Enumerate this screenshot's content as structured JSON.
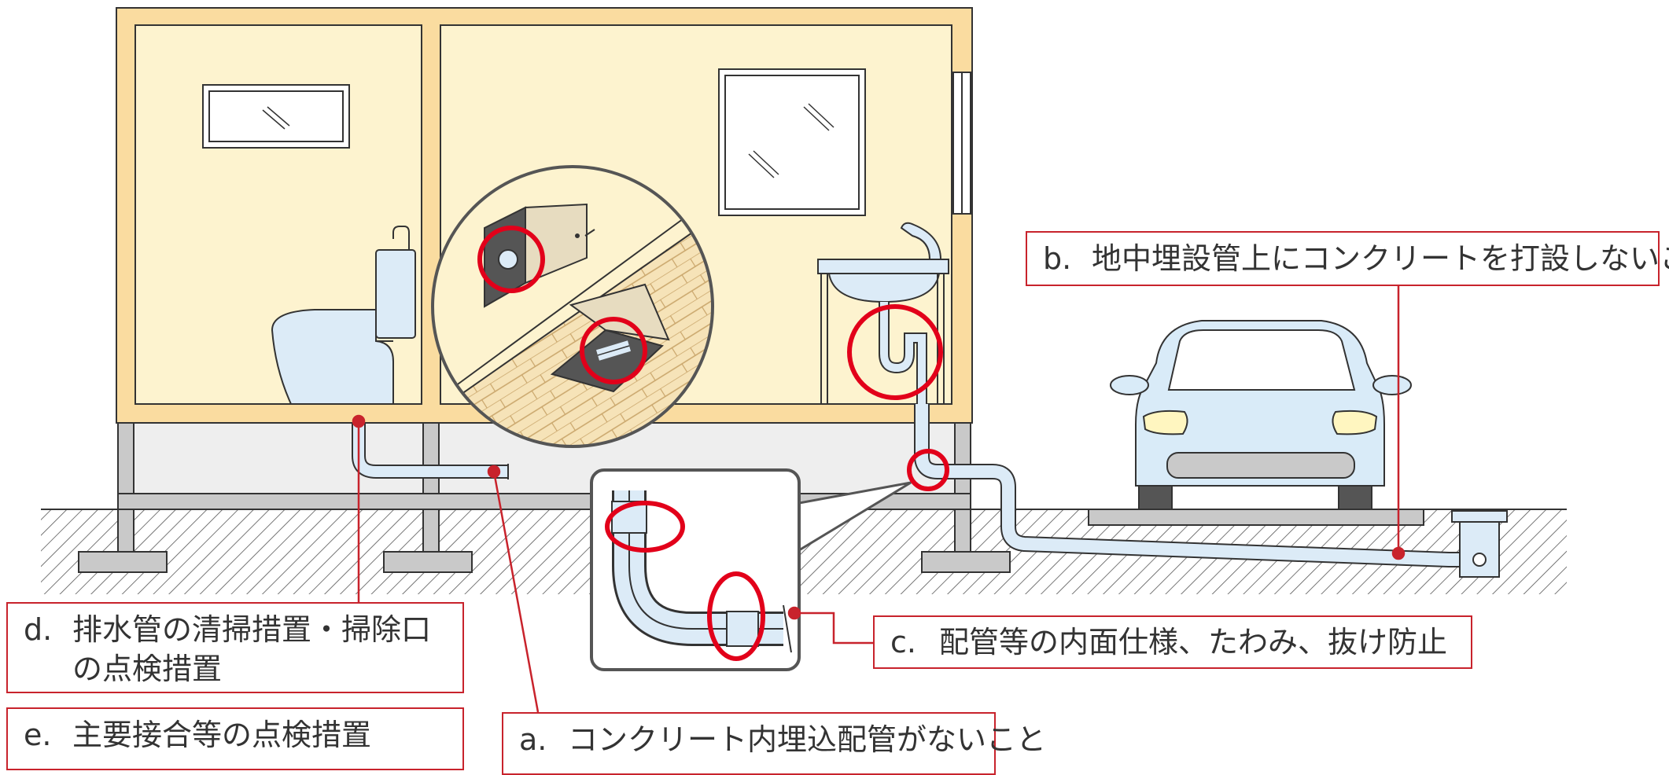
{
  "labels": {
    "a": {
      "letter": "a.",
      "text": "コンクリート内埋込配管がないこと"
    },
    "b": {
      "letter": "b.",
      "text": "地中埋設管上にコンクリートを打設しないこと"
    },
    "c": {
      "letter": "c.",
      "text": "配管等の内面仕様、たわみ、抜け防止"
    },
    "d": {
      "letter": "d.",
      "line1": "排水管の清掃措置・掃除口",
      "line2": "の点検措置"
    },
    "e": {
      "letter": "e.",
      "text": "主要接合等の点検措置"
    }
  },
  "colors": {
    "wall_fill": "#fdf3cf",
    "wall_frame": "#fadca0",
    "outline": "#333333",
    "pipe": "#dcebf7",
    "accent_red": "#e2001a",
    "leader_red": "#c8232c",
    "foundation": "#c9c9c9",
    "car_body": "#d9ebf8",
    "crawlspace": "#eeeeee"
  },
  "icons": [
    "toilet-icon",
    "sink-icon",
    "car-icon",
    "window-icon",
    "magnifier-inset-icon",
    "pipe-elbow-icon"
  ]
}
